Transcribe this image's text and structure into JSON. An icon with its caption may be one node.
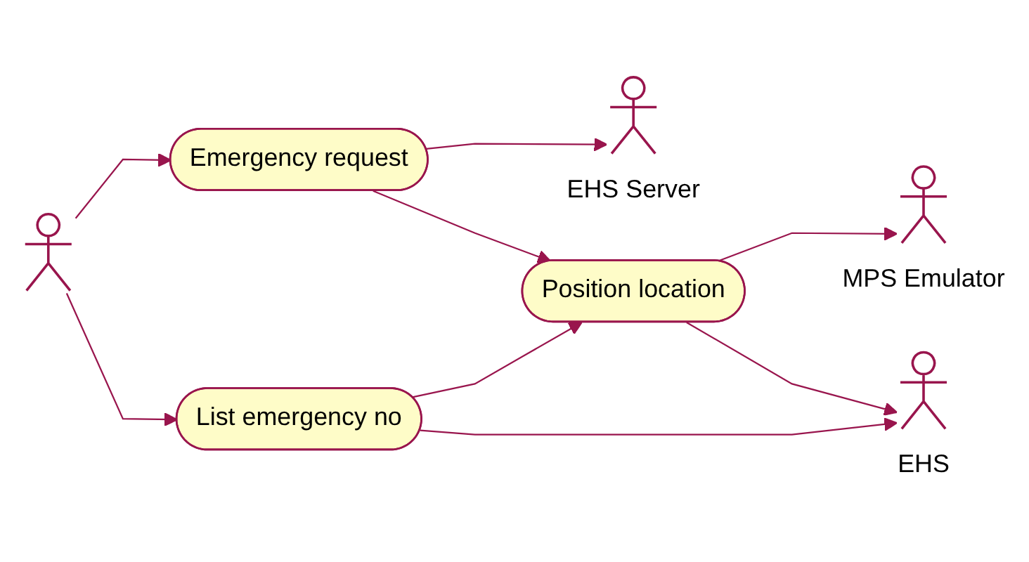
{
  "diagram": {
    "nodes": [
      {
        "text": [],
        "shape": "person"
      },
      {
        "text": [
          "Emergency request"
        ]
      },
      {
        "text": [
          "EHS Server"
        ]
      },
      {
        "text": [
          "Position location"
        ]
      },
      {
        "text": [
          "MPS Emulator"
        ]
      },
      {
        "text": [
          "List emergency no"
        ]
      },
      {
        "text": [
          "EHS"
        ]
      }
    ],
    "edges": [
      {
        "from": 0,
        "to": 1,
        "arrow": "to"
      },
      {
        "from": 1,
        "to": 2,
        "arrow": "to"
      },
      {
        "from": 1,
        "to": 3,
        "arrow": "to"
      },
      {
        "from": 3,
        "to": 4,
        "arrow": "to"
      },
      {
        "from": 0,
        "to": 5,
        "arrow": "to"
      },
      {
        "from": 5,
        "to": 3,
        "arrow": "to"
      },
      {
        "from": 3,
        "to": 6,
        "arrow": "to"
      },
      {
        "from": 5,
        "to": 6,
        "arrow": "to"
      }
    ]
  }
}
